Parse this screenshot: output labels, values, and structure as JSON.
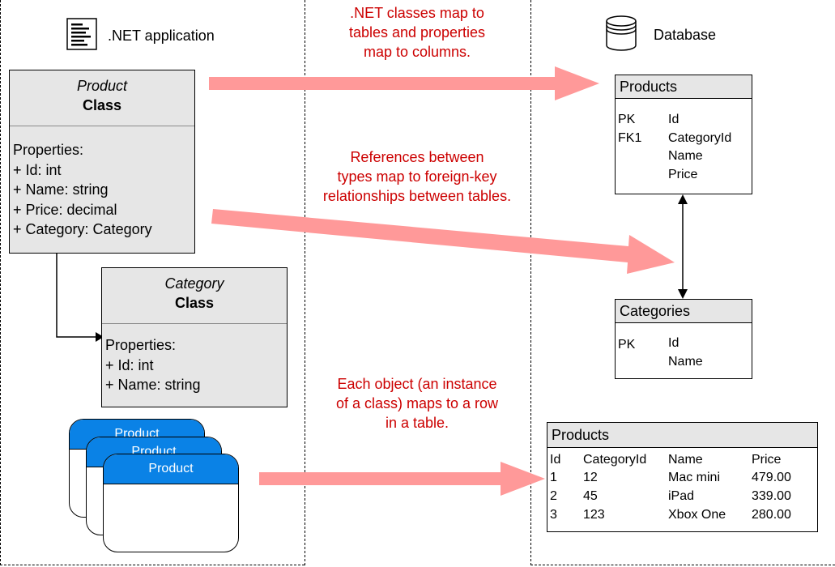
{
  "app_header": {
    "label": ".NET application",
    "icon": "document-icon"
  },
  "db_header": {
    "label": "Database",
    "icon": "database-icon"
  },
  "notes": {
    "classes": [
      ".NET classes map to",
      "tables and properties",
      "map to columns."
    ],
    "references": [
      "References between",
      "types map to foreign-key",
      "relationships between tables."
    ],
    "objects": [
      "Each object (an instance",
      "of a class) maps to a row",
      "in a table."
    ]
  },
  "product_class": {
    "stereotype": "Product",
    "kind": "Class",
    "properties": [
      "Properties:",
      "+ Id: int",
      "+ Name: string",
      "+ Price: decimal",
      "+ Category: Category"
    ]
  },
  "category_class": {
    "stereotype": "Category",
    "kind": "Class",
    "properties": [
      "Properties:",
      "+ Id: int",
      "+ Name: string"
    ]
  },
  "object_cards": [
    {
      "label": "Product"
    },
    {
      "label": "Product"
    },
    {
      "label": "Product"
    }
  ],
  "products_table": {
    "name": "Products",
    "keys": [
      "PK",
      "FK1",
      "",
      ""
    ],
    "columns": [
      "Id",
      "CategoryId",
      "Name",
      "Price"
    ]
  },
  "categories_table": {
    "name": "Categories",
    "keys": [
      "PK",
      ""
    ],
    "columns": [
      "Id",
      "Name"
    ]
  },
  "data_table": {
    "name": "Products",
    "headers": [
      "Id",
      "CategoryId",
      "Name",
      "Price"
    ],
    "rows": [
      [
        "1",
        "12",
        "Mac mini",
        "479.00"
      ],
      [
        "2",
        "45",
        "iPad",
        "339.00"
      ],
      [
        "3",
        "123",
        "Xbox One",
        "280.00"
      ]
    ]
  },
  "colors": {
    "note_text": "#cc0000",
    "arrow": "#ff9999",
    "class_fill": "#e6e6e6",
    "card_header": "#0a82e6"
  }
}
